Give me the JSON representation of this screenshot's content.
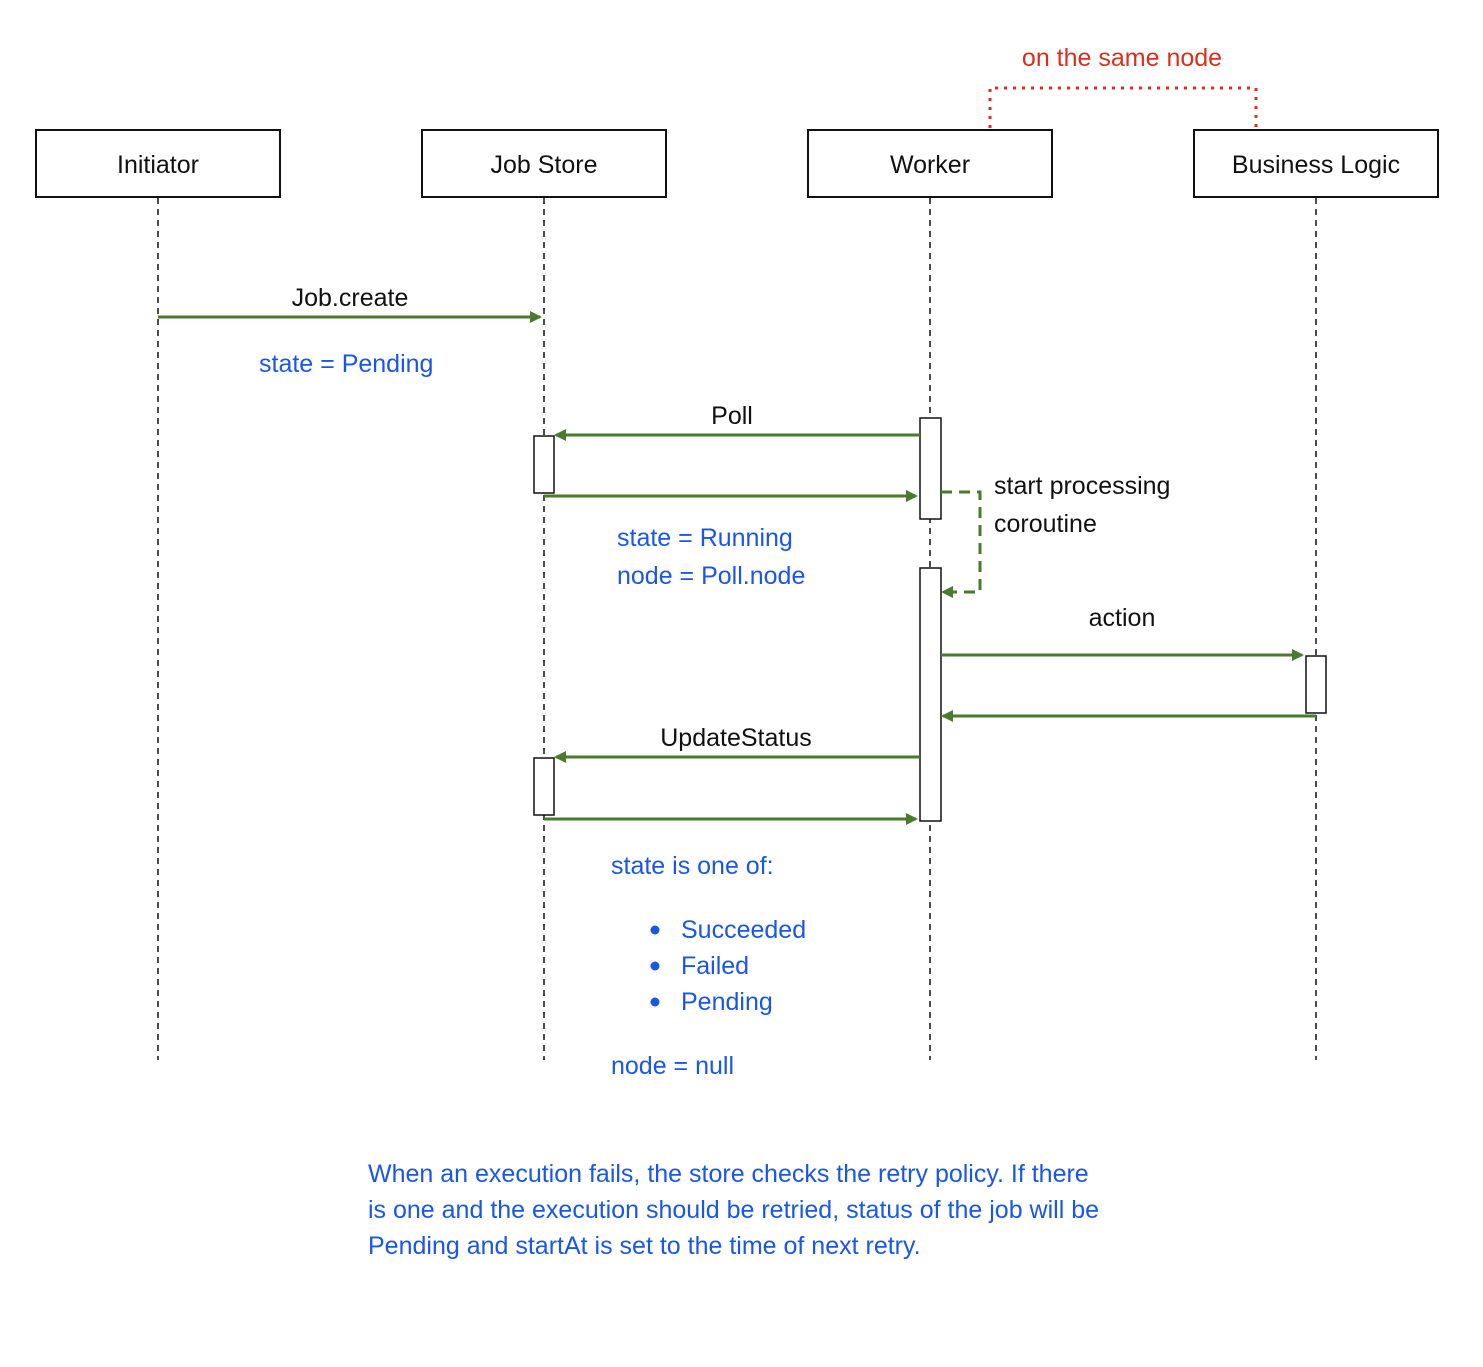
{
  "participants": [
    "Initiator",
    "Job Store",
    "Worker",
    "Business Logic"
  ],
  "grouping_label": "on the same node",
  "messages": {
    "job_create": "Job.create",
    "poll": "Poll",
    "start_processing_line1": "start processing",
    "start_processing_line2": "coroutine",
    "action": "action",
    "update_status": "UpdateStatus"
  },
  "state_notes": {
    "pending": "state = Pending",
    "running": "state = Running",
    "poll_node": "node = Poll.node",
    "state_one_of": "state is one of:",
    "states": [
      "Succeeded",
      "Failed",
      "Pending"
    ],
    "node_null": "node = null"
  },
  "footer_note": "When an execution fails, the store checks the retry policy. If there is one and the execution should be retried, status of the job will be Pending and startAt is set to the time of next retry.",
  "colors": {
    "arrow": "#4a7a2c",
    "annotation": "#1a56e8",
    "grouping": "#d9301e"
  }
}
